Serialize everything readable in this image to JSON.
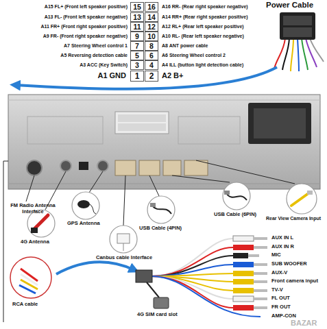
{
  "diagram": {
    "nodes": [
      {
        "text": [
          "15"
        ]
      },
      {
        "text": [
          "16"
        ]
      },
      {
        "text": [
          "13"
        ]
      },
      {
        "text": [
          "14"
        ]
      },
      {
        "text": [
          "11"
        ]
      },
      {
        "text": [
          "12"
        ]
      },
      {
        "text": [
          "9"
        ]
      },
      {
        "text": [
          "10"
        ]
      },
      {
        "text": [
          "7"
        ]
      },
      {
        "text": [
          "8"
        ]
      },
      {
        "text": [
          "5"
        ]
      },
      {
        "text": [
          "6"
        ]
      },
      {
        "text": [
          "3"
        ]
      },
      {
        "text": [
          "4"
        ]
      },
      {
        "text": [
          "1"
        ]
      },
      {
        "text": [
          "2"
        ]
      }
    ],
    "labels": [
      "A15 FL+ (Front left speaker positive)",
      "A16 RR- (Rear right speaker negative)",
      "Power Cable",
      "A13 FL- (Front left speaker negative)",
      "A14 RR+ (Rear right speaker positive)",
      "A11 FR+ (Front right speaker positive)",
      "A12 RL+ (Rear left speaker positive)",
      "A9 FR- (Front right speaker negative)",
      "A10 RL- (Rear left speaker negative)",
      "A7 Steering Wheel control 1",
      "A8 ANT power cable",
      "A5 Reversing detection cable",
      "A6 Steering Wheel control 2",
      "A3 ACC (Key Switch)",
      "A4 ILL (button light detection cable)",
      "A1 GND",
      "A2 B+",
      "FM Radio Antenna Interface",
      "Rear View Camera Input",
      "USB Cable (6PIN)",
      "GPS Antenna",
      "4G Antenna",
      "USB Cable (4PIN)",
      "Canbus cable Interface",
      "AUX IN L",
      "AUX IN R",
      "MIC",
      "SUB WOOFER",
      "AUX-V",
      "Front camera input",
      "TV-V",
      "FL OUT",
      "FR OUT",
      "AMP-CON",
      "RCA cable",
      "4G SIM card slot",
      "BAZAR"
    ]
  }
}
